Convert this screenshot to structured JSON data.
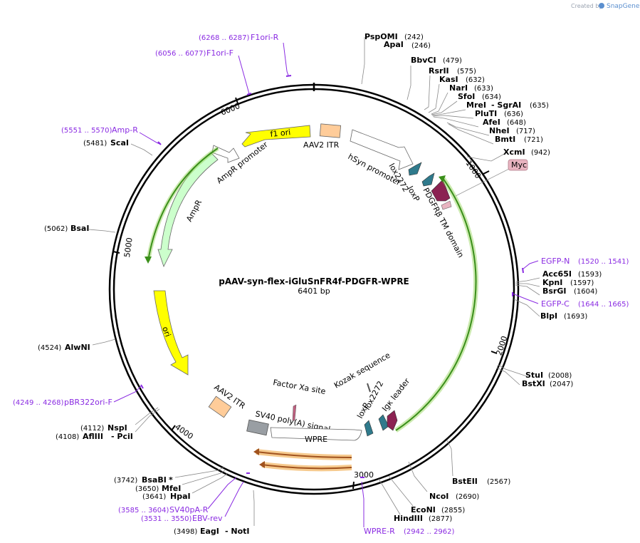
{
  "credit": {
    "text": "Created by",
    "brand": "SnapGene"
  },
  "title": "pAAV-syn-flex-iGluSnFR4f-PDGFR-WPRE",
  "length": "6401 bp",
  "ticks": [
    "1000",
    "2000",
    "3000",
    "4000",
    "5000",
    "6000"
  ],
  "enzymes": [
    {
      "name": "PspOMI",
      "pos": "(242)"
    },
    {
      "name": "ApaI",
      "pos": "(246)"
    },
    {
      "name": "BbvCI",
      "pos": "(479)"
    },
    {
      "name": "RsrII",
      "pos": "(575)"
    },
    {
      "name": "KasI",
      "pos": "(632)"
    },
    {
      "name": "NarI",
      "pos": "(633)"
    },
    {
      "name": "SfoI",
      "pos": "(634)"
    },
    {
      "name": "MreI",
      "pos": ""
    },
    {
      "name": "- SgrAI",
      "pos": "(635)"
    },
    {
      "name": "PluTI",
      "pos": "(636)"
    },
    {
      "name": "AfeI",
      "pos": "(648)"
    },
    {
      "name": "NheI",
      "pos": "(717)"
    },
    {
      "name": "BmtI",
      "pos": "(721)"
    },
    {
      "name": "XcmI",
      "pos": "(942)"
    },
    {
      "name": "Acc65I",
      "pos": "(1593)"
    },
    {
      "name": "KpnI",
      "pos": "(1597)"
    },
    {
      "name": "BsrGI",
      "pos": "(1604)"
    },
    {
      "name": "BlpI",
      "pos": "(1693)"
    },
    {
      "name": "StuI",
      "pos": "(2008)"
    },
    {
      "name": "BstXI",
      "pos": "(2047)"
    },
    {
      "name": "BstEII",
      "pos": "(2567)"
    },
    {
      "name": "NcoI",
      "pos": "(2690)"
    },
    {
      "name": "EcoNI",
      "pos": "(2855)"
    },
    {
      "name": "HindIII",
      "pos": "(2877)"
    },
    {
      "name": "EagI",
      "pos": "(3498)"
    },
    {
      "name": "- NotI",
      "pos": ""
    },
    {
      "name": "HpaI",
      "pos": "(3641)"
    },
    {
      "name": "MfeI",
      "pos": "(3650)"
    },
    {
      "name": "BsaBI",
      "pos": "(3742)"
    },
    {
      "name": "*",
      "pos": ""
    },
    {
      "name": "AflIII",
      "pos": "(4108)"
    },
    {
      "name": "- PciI",
      "pos": ""
    },
    {
      "name": "NspI",
      "pos": "(4112)"
    },
    {
      "name": "AlwNI",
      "pos": "(4524)"
    },
    {
      "name": "BsaI",
      "pos": "(5062)"
    },
    {
      "name": "ScaI",
      "pos": "(5481)"
    }
  ],
  "primers": [
    {
      "name": "F1ori-R",
      "range": "(6268 .. 6287)"
    },
    {
      "name": "F1ori-F",
      "range": "(6056 .. 6077)"
    },
    {
      "name": "Amp-R",
      "range": "(5551 .. 5570)"
    },
    {
      "name": "EGFP-N",
      "range": "(1520 .. 1541)"
    },
    {
      "name": "EGFP-C",
      "range": "(1644 .. 1665)"
    },
    {
      "name": "pBR322ori-F",
      "range": "(4249 .. 4268)"
    },
    {
      "name": "SV40pA-R",
      "range": "(3585 .. 3604)"
    },
    {
      "name": "EBV-rev",
      "range": "(3531 .. 3550)"
    },
    {
      "name": "WPRE-R",
      "range": "(2942 .. 2962)"
    }
  ],
  "features": {
    "f1ori": "f1 ori",
    "aav2itr_top": "AAV2 ITR",
    "hsyn": "hSyn promoter",
    "lox2272_top": "lox2272",
    "loxp_top": "loxP",
    "pdgfr": "PDGFRβ TM domain",
    "myc": "Myc",
    "ampr_promoter": "AmpR promoter",
    "ampr": "AmpR",
    "ori": "ori",
    "factor_xa": "Factor Xa site",
    "kozak": "Kozak sequence",
    "lox2272_bottom": "lox2272",
    "loxp_bottom": "loxP",
    "igk": "Igκ leader",
    "aav2itr_bottom": "AAV2 ITR",
    "sv40": "SV40 poly(A) signal",
    "wpre": "WPRE"
  },
  "colors": {
    "f1ori": "#ffff00",
    "ori": "#ffff00",
    "itr": "#ffcc99",
    "ampr": "#ccffcc",
    "promoter": "#ffffff",
    "lox": "#2f7a8c",
    "pdgfr": "#8b2252",
    "myc": "#e8b4c0",
    "sv40": "#999ea3",
    "primer": "#8a2be2",
    "glow_green": "#8fd14f",
    "glow_orange": "#f2b35e"
  }
}
